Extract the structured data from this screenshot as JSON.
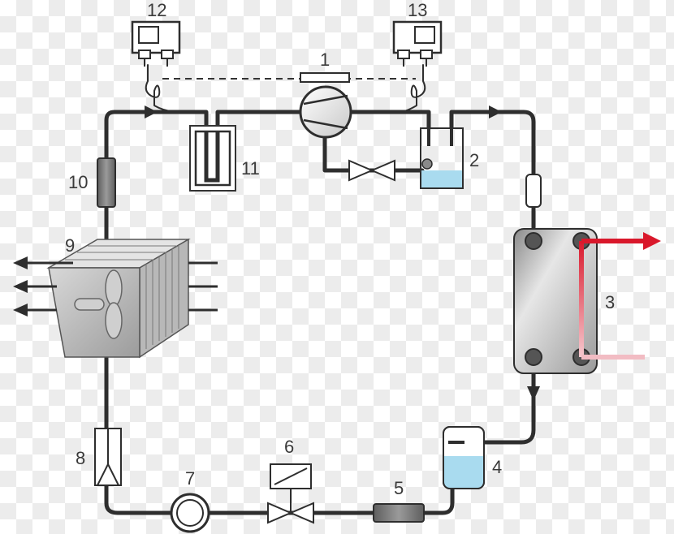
{
  "labels": {
    "compressor": "1",
    "receiver_top": "2",
    "heat_exchanger": "3",
    "receiver_bottom": "4",
    "filter": "5",
    "solenoid_valve": "6",
    "sight_glass": "7",
    "expansion_valve": "8",
    "evaporator": "9",
    "filter_drier": "10",
    "accumulator": "11",
    "pressure_switch_left": "12",
    "pressure_switch_right": "13"
  },
  "colors": {
    "pipe": "#2e2e2e",
    "hot_water": "#d9182b",
    "cold_water": "#f2bcc3",
    "liquid": "#a9dbef",
    "component_grey": "#7a7a7a"
  }
}
